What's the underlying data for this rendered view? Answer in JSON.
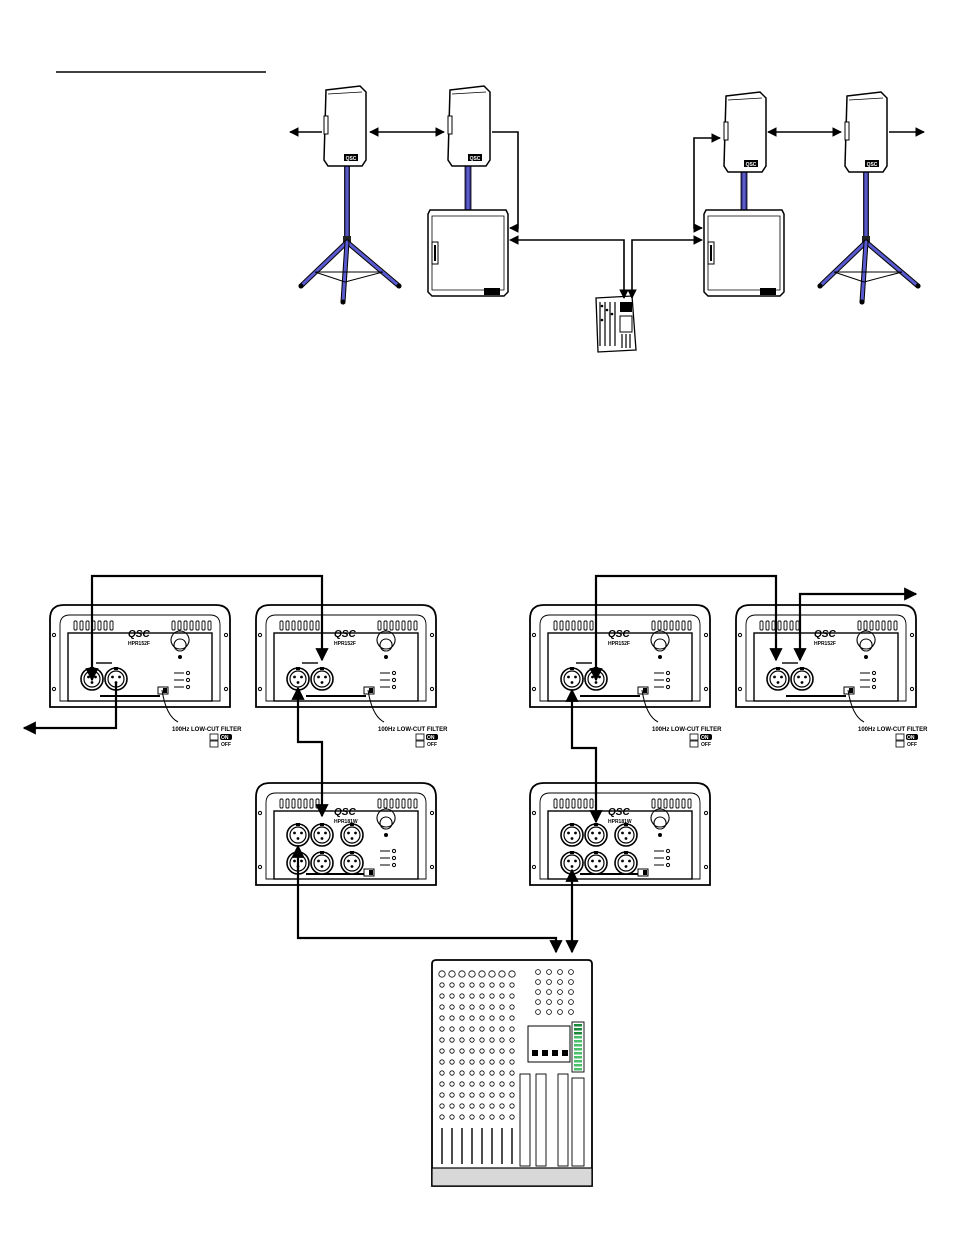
{
  "panels": {
    "brand": "QSC",
    "top_model": "HPR152F",
    "sub_model": "HPR181W",
    "filter_label": "100Hz LOW-CUT FILTER",
    "filter_on": "ON",
    "filter_off": "OFF"
  },
  "colors": {
    "stand_blue": "#3a3aa8",
    "stroke": "#000000"
  }
}
